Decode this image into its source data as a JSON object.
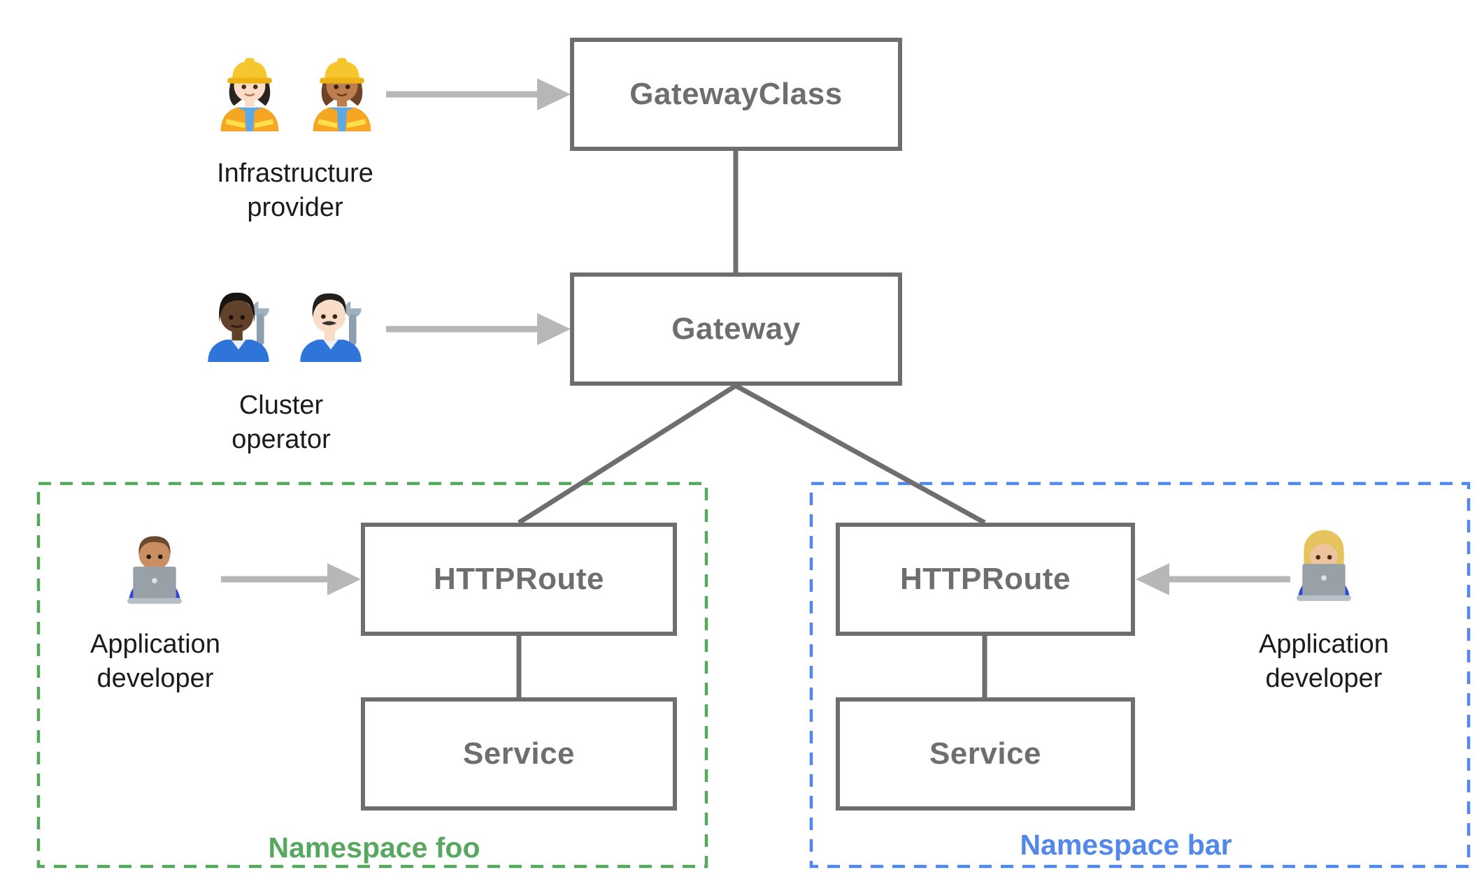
{
  "nodes": {
    "gatewayclass": {
      "label": "GatewayClass"
    },
    "gateway": {
      "label": "Gateway"
    },
    "httproute_foo": {
      "label": "HTTPRoute"
    },
    "service_foo": {
      "label": "Service"
    },
    "httproute_bar": {
      "label": "HTTPRoute"
    },
    "service_bar": {
      "label": "Service"
    }
  },
  "personas": {
    "infrastructure_provider": {
      "label": "Infrastructure provider",
      "icons": [
        "woman-construction-worker-light-icon",
        "woman-construction-worker-medium-icon"
      ]
    },
    "cluster_operator": {
      "label": "Cluster operator",
      "icons": [
        "person-mechanic-dark-icon",
        "man-mechanic-light-icon"
      ]
    },
    "app_developer_foo": {
      "label": "Application developer",
      "icons": [
        "man-technologist-icon"
      ]
    },
    "app_developer_bar": {
      "label": "Application developer",
      "icons": [
        "woman-technologist-icon"
      ]
    }
  },
  "namespaces": {
    "foo": {
      "label": "Namespace foo"
    },
    "bar": {
      "label": "Namespace bar"
    }
  },
  "colors": {
    "box_border": "#6e6e6e",
    "box_text": "#6e6e6e",
    "connector": "#6e6e6e",
    "arrow": "#b7b7b7",
    "persona_text": "#1b1b1b",
    "namespace_foo": "#57a85f",
    "namespace_bar": "#5287ec"
  }
}
